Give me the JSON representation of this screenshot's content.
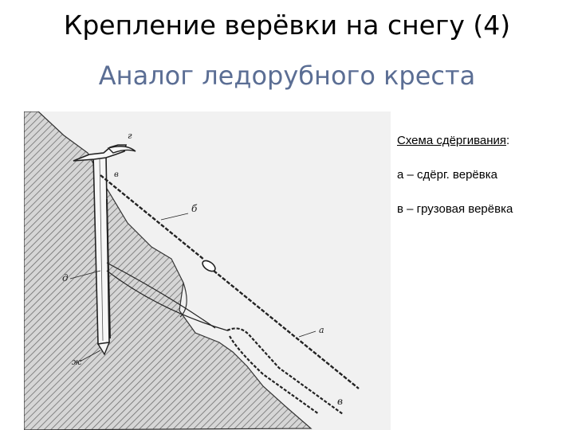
{
  "title": "Крепление верёвки на снегу (4)",
  "subtitle": "Аналог ледорубного креста",
  "colors": {
    "title": "#000000",
    "subtitle": "#5b6e94",
    "figure_background": "#f1f1f1",
    "snow_fill": "#c9c9c9",
    "ink": "#2a2a2a"
  },
  "figure": {
    "labels": {
      "g": "г",
      "v_axe": "в",
      "b": "б",
      "d": "д",
      "zh": "ж",
      "a": "а",
      "v_rope": "в"
    }
  },
  "legend": {
    "heading_main": "Схема сдёргивания",
    "heading_colon": ":",
    "items": [
      "а – сдёрг. верёвка",
      "в –  грузовая верёвка"
    ]
  }
}
